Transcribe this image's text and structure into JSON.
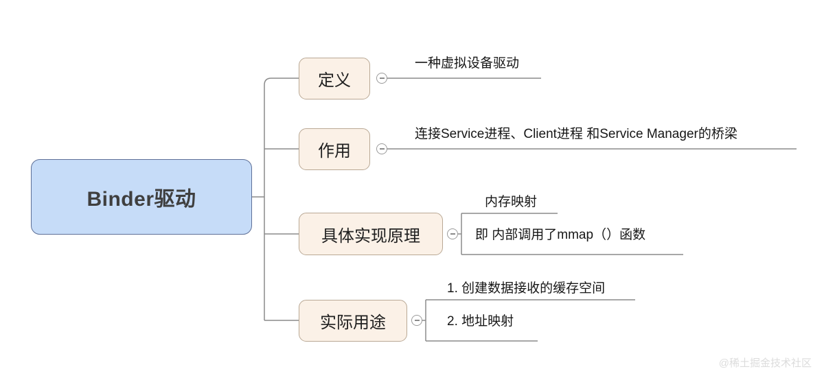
{
  "diagram": {
    "type": "mindmap",
    "title": "Binder驱动",
    "root": {
      "label": "Binder驱动",
      "fill": "#c6dcf8",
      "stroke": "#5d6f97"
    },
    "branch_style": {
      "fill": "#fbf1e7",
      "stroke": "#b9a894"
    },
    "connector_color": "#8a8a8a",
    "branches": [
      {
        "label": "定义",
        "toggle": "collapse-toggle-minus",
        "children": [
          {
            "text": "一种虚拟设备驱动"
          }
        ]
      },
      {
        "label": "作用",
        "toggle": "collapse-toggle-minus",
        "children": [
          {
            "text": "连接Service进程、Client进程 和Service Manager的桥梁"
          }
        ]
      },
      {
        "label": "具体实现原理",
        "toggle": "collapse-toggle-minus",
        "children": [
          {
            "text": "内存映射"
          },
          {
            "text": "即 内部调用了mmap（）函数"
          }
        ]
      },
      {
        "label": "实际用途",
        "toggle": "collapse-toggle-minus",
        "children": [
          {
            "text": "1. 创建数据接收的缓存空间"
          },
          {
            "text": "2. 地址映射"
          }
        ]
      }
    ]
  },
  "watermark": {
    "text": "@稀土掘金技术社区"
  }
}
